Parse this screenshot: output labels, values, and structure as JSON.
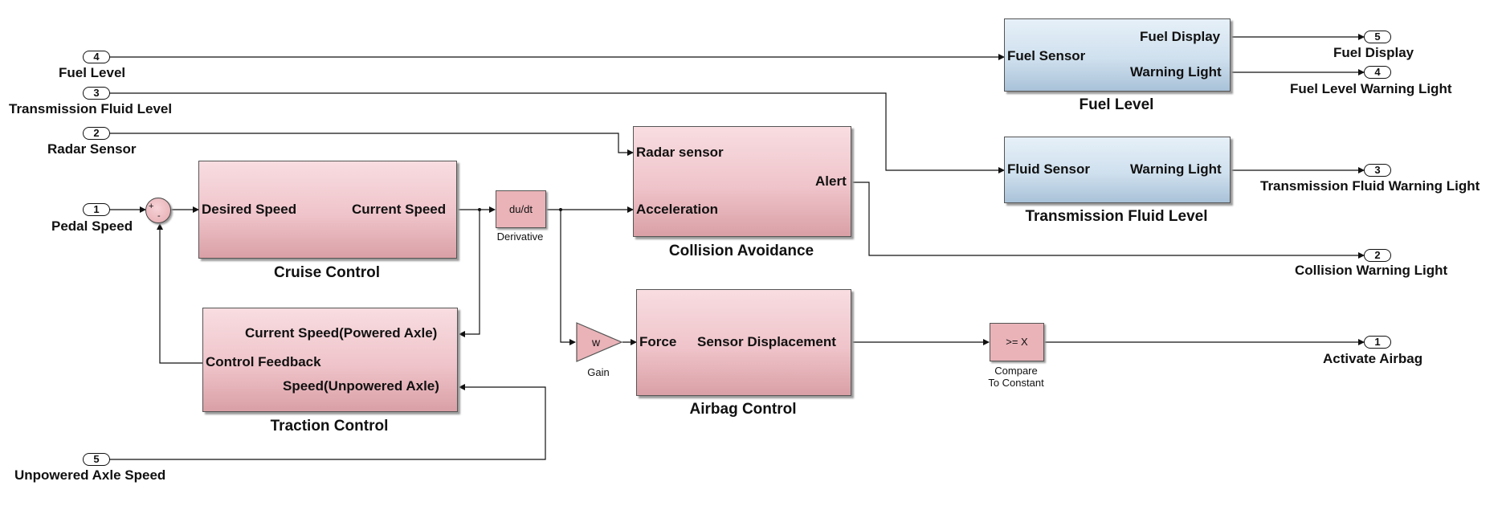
{
  "inports": {
    "fuel_level": {
      "number": "4",
      "label": "Fuel Level"
    },
    "transmission_fluid_level": {
      "number": "3",
      "label": "Transmission Fluid Level"
    },
    "radar_sensor": {
      "number": "2",
      "label": "Radar Sensor"
    },
    "pedal_speed": {
      "number": "1",
      "label": "Pedal Speed"
    },
    "unpowered_axle_speed": {
      "number": "5",
      "label": "Unpowered Axle Speed"
    }
  },
  "outports": {
    "fuel_display": {
      "number": "5",
      "label": "Fuel Display"
    },
    "fuel_level_warning_light": {
      "number": "4",
      "label": "Fuel Level Warning Light"
    },
    "transmission_fluid_warning_light": {
      "number": "3",
      "label": "Transmission Fluid Warning Light"
    },
    "collision_warning_light": {
      "number": "2",
      "label": "Collision Warning Light"
    },
    "activate_airbag": {
      "number": "1",
      "label": "Activate Airbag"
    }
  },
  "blocks": {
    "cruise_control": {
      "name": "Cruise Control",
      "in": "Desired Speed",
      "out": "Current Speed"
    },
    "traction_control": {
      "name": "Traction Control",
      "in1": "Current Speed(Powered Axle)",
      "out": "Control Feedback",
      "in2": "Speed(Unpowered Axle)"
    },
    "collision_avoidance": {
      "name": "Collision Avoidance",
      "in1": "Radar sensor",
      "in2": "Acceleration",
      "out": "Alert"
    },
    "airbag_control": {
      "name": "Airbag Control",
      "in": "Force",
      "out": "Sensor Displacement"
    },
    "fuel_level": {
      "name": "Fuel Level",
      "in": "Fuel Sensor",
      "out1": "Fuel Display",
      "out2": "Warning Light"
    },
    "transmission_fluid_level": {
      "name": "Transmission Fluid Level",
      "in": "Fluid Sensor",
      "out": "Warning Light"
    },
    "derivative": {
      "name": "Derivative",
      "text": "du/dt"
    },
    "gain": {
      "name": "Gain",
      "text": "w"
    },
    "compare": {
      "name_line1": "Compare",
      "name_line2": "To Constant",
      "text": ">= X"
    },
    "sum": {
      "plus": "+",
      "minus": "-"
    }
  },
  "colors": {
    "subsystem_pink": "#efc4ca",
    "subsystem_blue": "#cfe0ee",
    "line": "#111111"
  }
}
